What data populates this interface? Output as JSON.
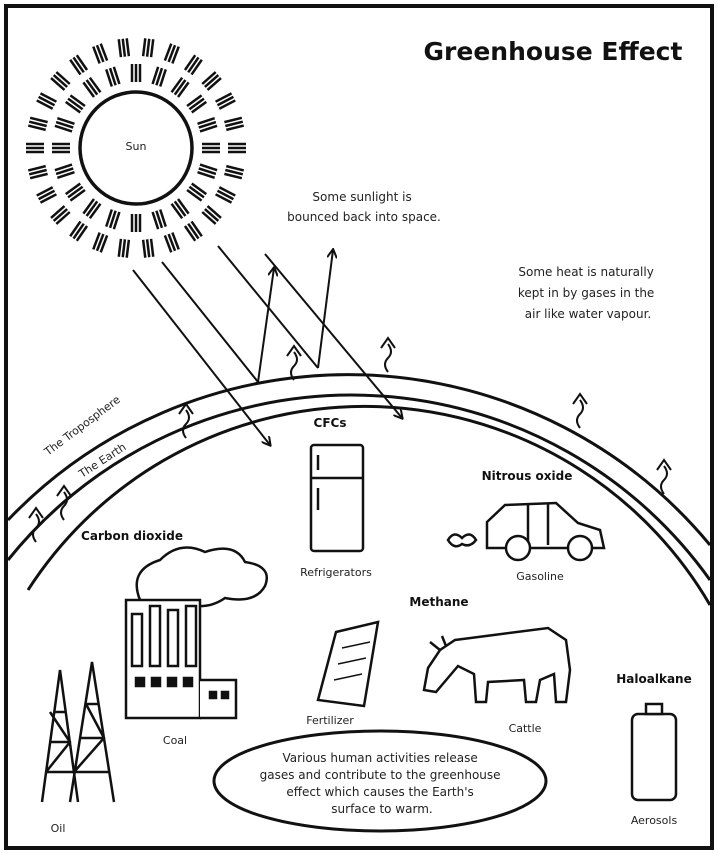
{
  "title": "Greenhouse Effect",
  "sun_label": "Sun",
  "sunlight_note": [
    "Some sunlight is",
    "bounced back into space."
  ],
  "heat_note": [
    "Some heat is naturally",
    "kept in by gases in the",
    "air like water vapour."
  ],
  "layers": {
    "troposphere": "The Troposphere",
    "earth": "The Earth"
  },
  "gases": {
    "cfcs": "CFCs",
    "nitrous_oxide": "Nitrous oxide",
    "carbon_dioxide": "Carbon dioxide",
    "methane": "Methane",
    "haloalkane": "Haloalkane"
  },
  "sources": {
    "refrigerators": "Refrigerators",
    "gasoline": "Gasoline",
    "coal": "Coal",
    "fertilizer": "Fertilizer",
    "cattle": "Cattle",
    "oil": "Oil",
    "aerosols": "Aerosols"
  },
  "summary": [
    "Various human activities release",
    "gases and contribute to the greenhouse",
    "effect which causes the Earth's",
    "surface to warm."
  ]
}
